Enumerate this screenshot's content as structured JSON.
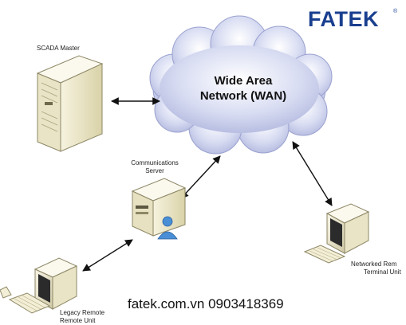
{
  "brand": {
    "logo_text": "FATEK",
    "registered_mark": "®",
    "color": "#1a3f8f"
  },
  "nodes": {
    "scada_master": "SCADA Master",
    "wan_line1": "Wide Area",
    "wan_line2": "Network (WAN)",
    "comm_server_line1": "Communications",
    "comm_server_line2": "Server",
    "networked_rtu_line1": "Networked Rem",
    "networked_rtu_line2": "Terminal Unit",
    "legacy_rtu_line1": "Legacy Remote",
    "legacy_rtu_line2": "Remote Unit"
  },
  "footer": {
    "contact": "fatek.com.vn 0903418369"
  },
  "colors": {
    "cloud": "#c8cfec",
    "arrow": "#111111",
    "device_body": "#ece7c9",
    "screen": "#2b2b2b"
  },
  "icons": [
    "double-arrow-icon",
    "server-icon",
    "monitor-icon",
    "keyboard-icon",
    "cloud-icon",
    "user-icon"
  ]
}
